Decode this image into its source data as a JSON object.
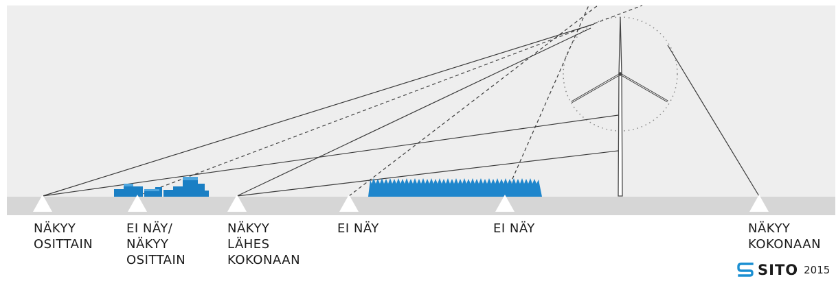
{
  "colors": {
    "sky": "#eeeeee",
    "ground": "#d6d6d6",
    "line": "#3a3a3a",
    "building_blue": "#1a7fc4",
    "forest_blue": "#1f86cc",
    "logo_blue": "#1b8fd2"
  },
  "observer_labels": [
    {
      "lines": [
        "NÄKYY",
        "OSITTAIN"
      ]
    },
    {
      "lines": [
        "EI NÄY/",
        "NÄKYY",
        "OSITTAIN"
      ]
    },
    {
      "lines": [
        "NÄKYY",
        "LÄHES",
        "KOKONAAN"
      ]
    },
    {
      "lines": [
        "EI NÄY"
      ]
    },
    {
      "lines": [
        "EI NÄY"
      ]
    },
    {
      "lines": [
        "NÄKYY",
        "KOKONAAN"
      ]
    }
  ],
  "logo": {
    "name": "SITO",
    "year": "2015",
    "icon": "sito-logo-icon"
  }
}
